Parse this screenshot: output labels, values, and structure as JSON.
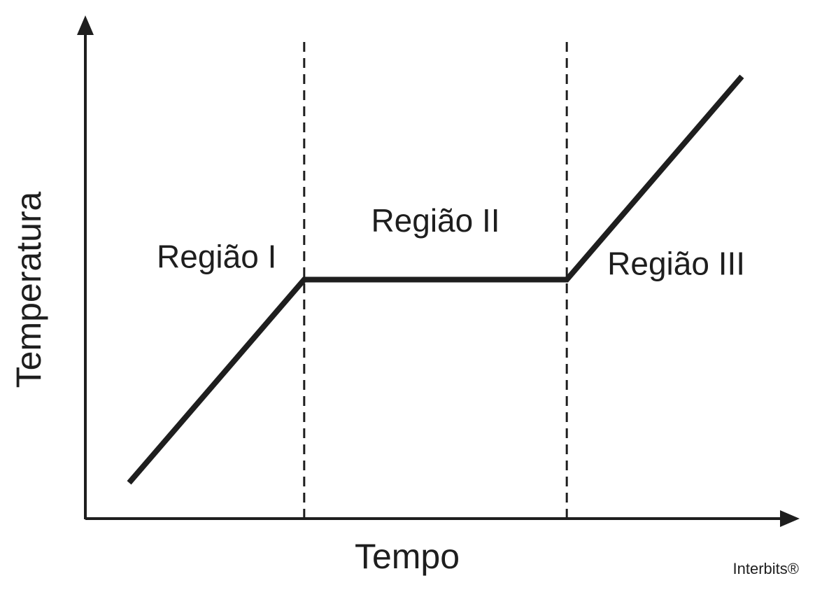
{
  "chart_data": {
    "type": "line",
    "xlabel": "Tempo",
    "ylabel": "Temperatura",
    "x": [
      0.2,
      1.0,
      2.2,
      3.0
    ],
    "series": [
      {
        "values": [
          0.15,
          1.0,
          1.0,
          1.85
        ]
      }
    ],
    "xlim": [
      0,
      3.2
    ],
    "ylim": [
      0,
      2.0
    ],
    "dividers": [
      1.0,
      2.2
    ],
    "regions": [
      {
        "label": "Região I",
        "x": 0.6,
        "y": 1.05
      },
      {
        "label": "Região II",
        "x": 1.6,
        "y": 1.2
      },
      {
        "label": "Região III",
        "x": 2.7,
        "y": 1.02
      }
    ],
    "grid": false,
    "colors": {
      "line": "#1e1e1e",
      "axis": "#1e1e1e"
    }
  },
  "watermark": "Interbits®"
}
